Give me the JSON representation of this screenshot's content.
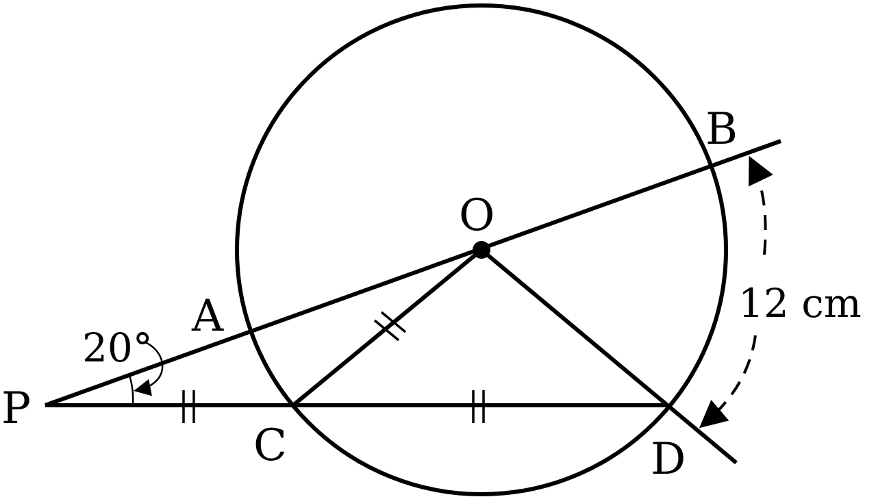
{
  "points": {
    "P": "P",
    "A": "A",
    "B": "B",
    "C": "C",
    "D": "D",
    "O": "O"
  },
  "angle_label": "20°",
  "arc_length_label": "12 cm",
  "colors": {
    "stroke": "#000000",
    "background": "#ffffff"
  }
}
